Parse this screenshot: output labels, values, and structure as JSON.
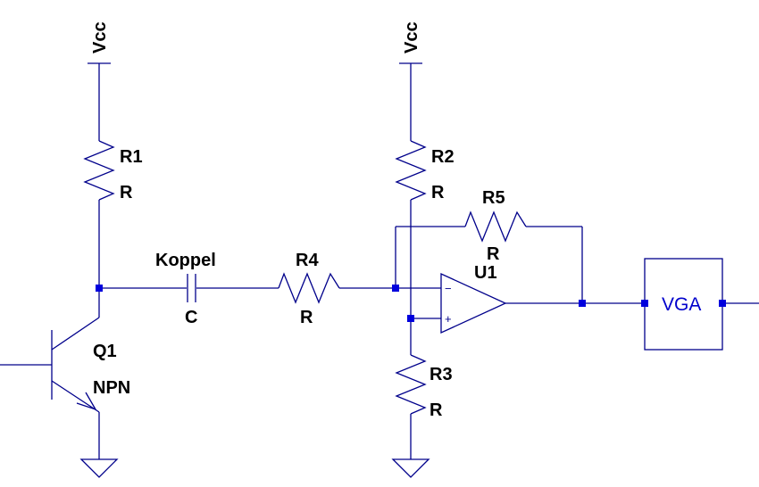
{
  "components": {
    "r1": {
      "ref": "R1",
      "value": "R"
    },
    "r2": {
      "ref": "R2",
      "value": "R"
    },
    "r3": {
      "ref": "R3",
      "value": "R"
    },
    "r4": {
      "ref": "R4",
      "value": "R"
    },
    "r5": {
      "ref": "R5",
      "value": "R"
    },
    "c1": {
      "ref": "Koppel",
      "value": "C"
    },
    "q1": {
      "ref": "Q1",
      "value": "NPN"
    },
    "u1": {
      "ref": "U1",
      "minus": "−",
      "plus": "+"
    },
    "vga": {
      "label": "VGA"
    }
  },
  "power": {
    "vcc_left": "Vcc",
    "vcc_right": "Vcc"
  },
  "colors": {
    "wire": "#00008b",
    "junction": "#0000dd",
    "label": "#000000",
    "block_text": "#0000cc"
  }
}
